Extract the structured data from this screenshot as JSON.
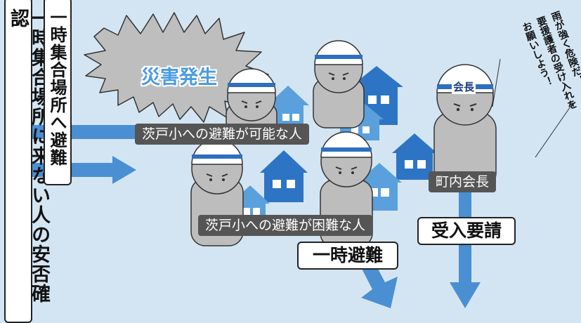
{
  "vertical_labels": {
    "safety_check": "一時集合場所に来ない人の安否確認",
    "evacuate_to_temp": "一時集合場所へ避難"
  },
  "burst": {
    "text": "災害発生"
  },
  "groups": {
    "can_evacuate": "茨戸小への避難が可能な人",
    "difficult_evacuate": "茨戸小への避難が困難な人"
  },
  "leader": {
    "helmet_text": "会長",
    "label": "町内会長"
  },
  "speech": {
    "line1": "雨が強く危険だ！",
    "line2": "要援護者の受け入れを",
    "line3": "お願いしよう！"
  },
  "actions": {
    "temporary_evacuation": "一時避難",
    "acceptance_request": "受入要請"
  },
  "colors": {
    "background": "#d3e5f3",
    "arrow": "#4a8fd2",
    "house_dark": "#2e74c4",
    "house_light": "#5aa0dc",
    "person": "#bdbdbd",
    "helmet_stripe": "#2e6fc0",
    "burst": "#bebebe",
    "burst_text": "#4a9be0"
  }
}
